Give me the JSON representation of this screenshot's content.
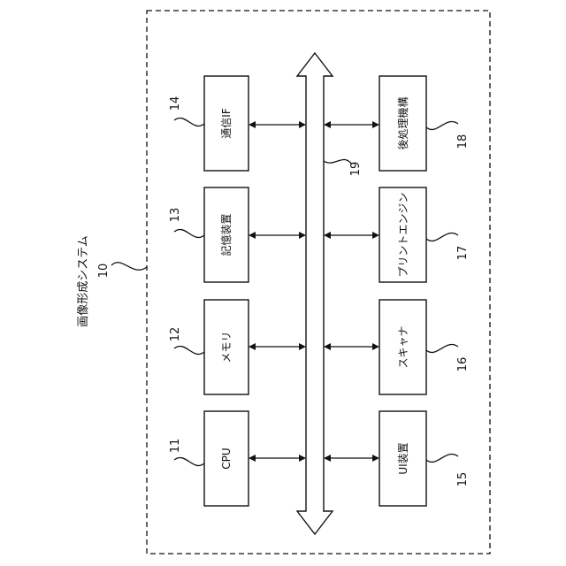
{
  "system": {
    "label": "画像形成システム",
    "ref": "10"
  },
  "bus": {
    "ref": "19"
  },
  "left_components": [
    {
      "label": "通信IF",
      "ref": "14"
    },
    {
      "label": "記憶装置",
      "ref": "13"
    },
    {
      "label": "メモリ",
      "ref": "12"
    },
    {
      "label": "CPU",
      "ref": "11"
    }
  ],
  "right_components": [
    {
      "label": "後処理機構",
      "ref": "18"
    },
    {
      "label": "プリントエンジン",
      "ref": "17"
    },
    {
      "label": "スキャナ",
      "ref": "16"
    },
    {
      "label": "UI装置",
      "ref": "15"
    }
  ]
}
